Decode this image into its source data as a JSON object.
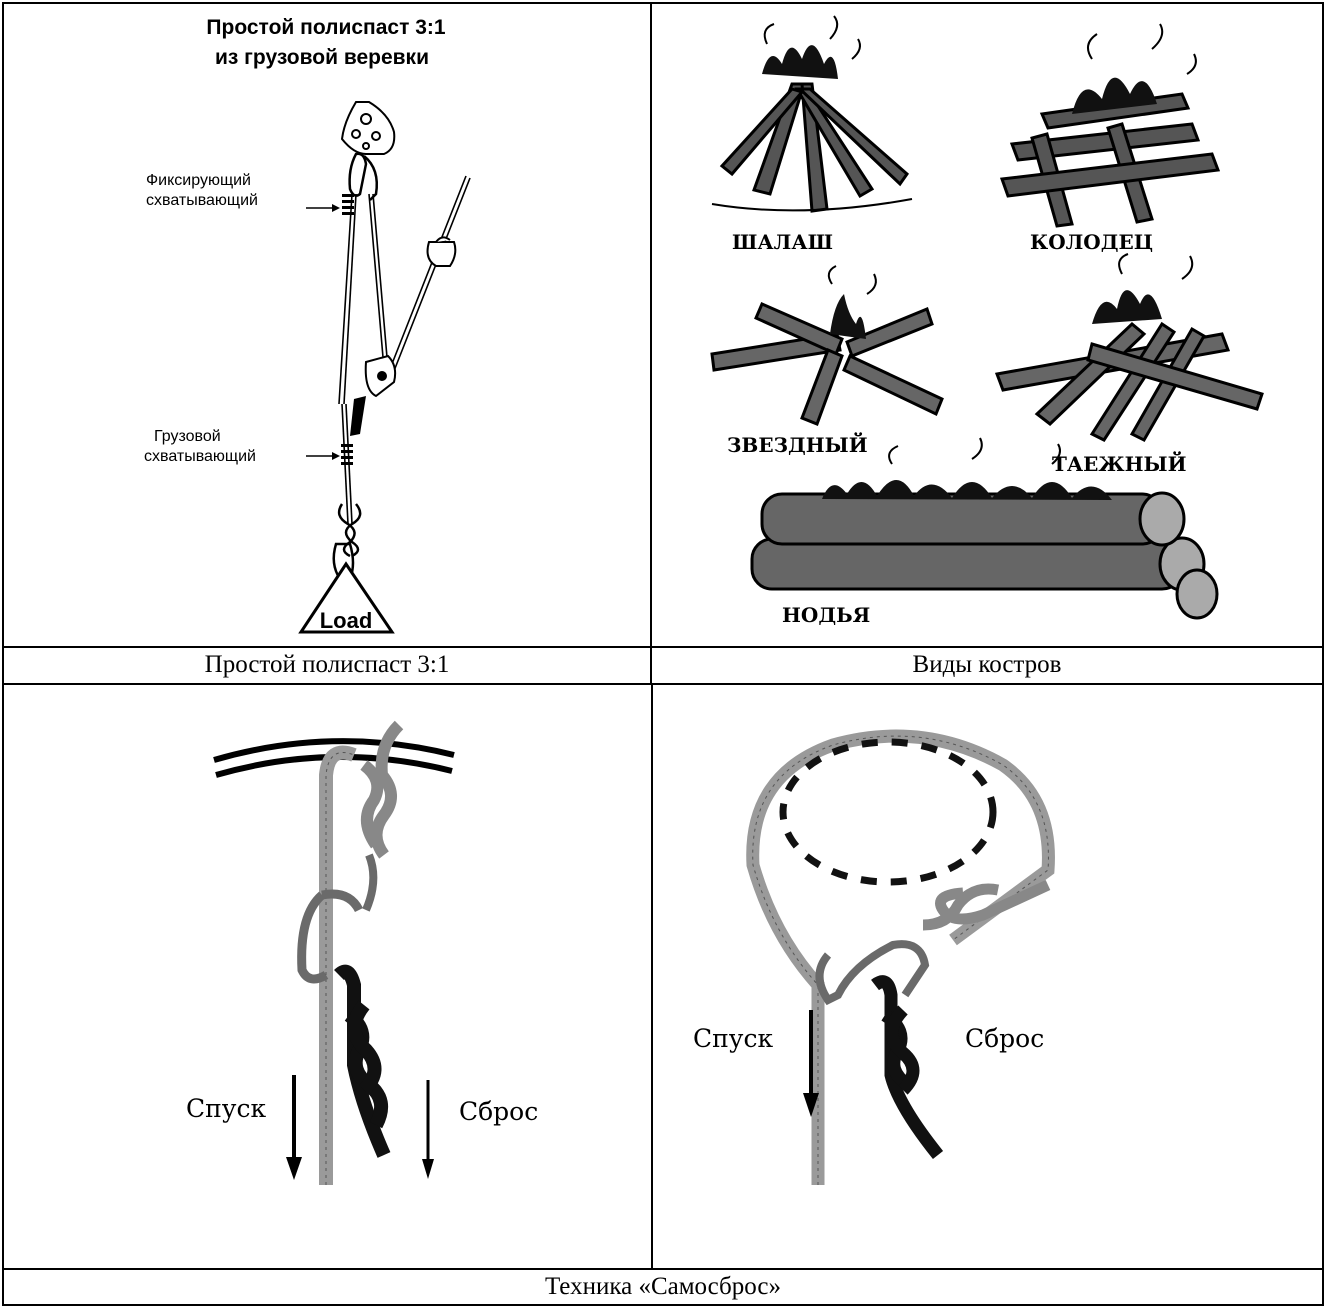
{
  "pulley": {
    "title_line1": "Простой полиспаст 3:1",
    "title_line2": "из грузовой веревки",
    "label_fix_1": "Фиксирующий",
    "label_fix_2": "схватывающий",
    "label_load_1": "Грузовой",
    "label_load_2": "схватывающий",
    "load": "Load"
  },
  "fires": {
    "labels": [
      "ШАЛАШ",
      "КОЛОДЕЦ",
      "ЗВЕЗДНЫЙ",
      "ТАЕЖНЫЙ",
      "НОДЬЯ"
    ]
  },
  "captions": {
    "pulley": "Простой полиспаст 3:1",
    "fires": "Виды костров",
    "selfrelease": "Техника «Самосброс»"
  },
  "selfrelease": {
    "left_descent": "Спуск",
    "left_release": "Сброс",
    "right_descent": "Спуск",
    "right_release": "Сброс"
  },
  "colors": {
    "rope_gray": "#9a9a9a",
    "rope_black": "#111111",
    "wood": "#3a3a3a"
  }
}
